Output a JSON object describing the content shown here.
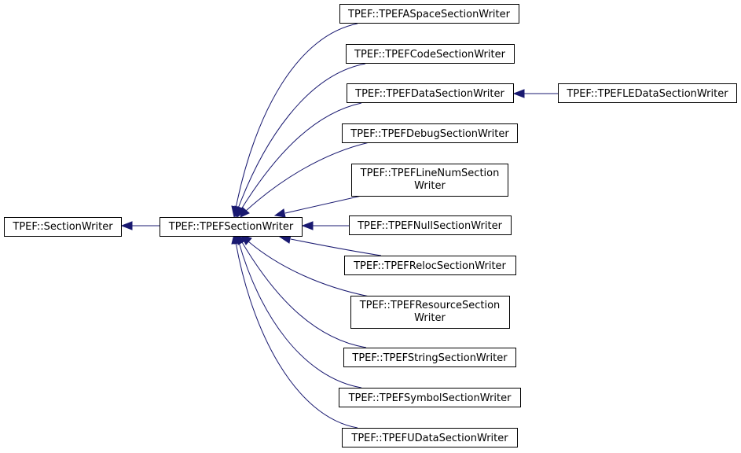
{
  "colors": {
    "edge": "#191970",
    "node_border": "#000000",
    "node_fill": "#ffffff",
    "background": "#ffffff"
  },
  "nodes": {
    "section_writer": {
      "lines": [
        "TPEF::SectionWriter"
      ]
    },
    "tpef_section_writer": {
      "lines": [
        "TPEF::TPEFSectionWriter"
      ]
    },
    "aspace": {
      "lines": [
        "TPEF::TPEFASpaceSectionWriter"
      ]
    },
    "code": {
      "lines": [
        "TPEF::TPEFCodeSectionWriter"
      ]
    },
    "data": {
      "lines": [
        "TPEF::TPEFDataSectionWriter"
      ]
    },
    "ledata": {
      "lines": [
        "TPEF::TPEFLEDataSectionWriter"
      ]
    },
    "debug": {
      "lines": [
        "TPEF::TPEFDebugSectionWriter"
      ]
    },
    "linenum": {
      "lines": [
        "TPEF::TPEFLineNumSection",
        "Writer"
      ]
    },
    "null": {
      "lines": [
        "TPEF::TPEFNullSectionWriter"
      ]
    },
    "reloc": {
      "lines": [
        "TPEF::TPEFRelocSectionWriter"
      ]
    },
    "resource": {
      "lines": [
        "TPEF::TPEFResourceSection",
        "Writer"
      ]
    },
    "string": {
      "lines": [
        "TPEF::TPEFStringSectionWriter"
      ]
    },
    "symbol": {
      "lines": [
        "TPEF::TPEFSymbolSectionWriter"
      ]
    },
    "udata": {
      "lines": [
        "TPEF::TPEFUDataSectionWriter"
      ]
    }
  },
  "edges": [
    {
      "from": "tpef_section_writer",
      "to": "section_writer"
    },
    {
      "from": "aspace",
      "to": "tpef_section_writer"
    },
    {
      "from": "code",
      "to": "tpef_section_writer"
    },
    {
      "from": "data",
      "to": "tpef_section_writer"
    },
    {
      "from": "ledata",
      "to": "data"
    },
    {
      "from": "debug",
      "to": "tpef_section_writer"
    },
    {
      "from": "linenum",
      "to": "tpef_section_writer"
    },
    {
      "from": "null",
      "to": "tpef_section_writer"
    },
    {
      "from": "reloc",
      "to": "tpef_section_writer"
    },
    {
      "from": "resource",
      "to": "tpef_section_writer"
    },
    {
      "from": "string",
      "to": "tpef_section_writer"
    },
    {
      "from": "symbol",
      "to": "tpef_section_writer"
    },
    {
      "from": "udata",
      "to": "tpef_section_writer"
    }
  ]
}
